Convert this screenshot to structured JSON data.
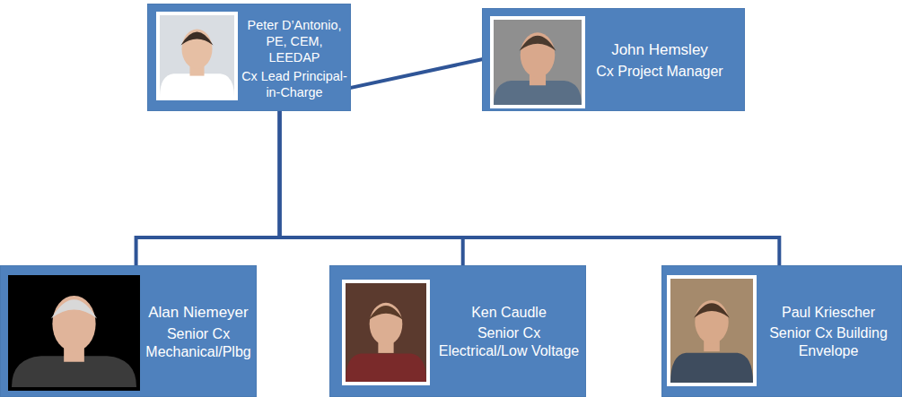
{
  "diagram": {
    "nodes": [
      {
        "text": [
          "Peter D’Antonio, PE, CEM, LEEDAP",
          "Cx Lead Principal-in-Charge"
        ]
      },
      {
        "text": [
          "John Hemsley",
          "Cx Project Manager"
        ]
      },
      {
        "text": [
          "Alan Niemeyer",
          "Senior Cx Mechanical/Plbg"
        ]
      },
      {
        "text": [
          "Ken Caudle",
          "Senior Cx Electrical/Low Voltage"
        ]
      },
      {
        "text": [
          "Paul Kriescher",
          "Senior Cx Building Envelope"
        ]
      }
    ],
    "edges": [
      {
        "from": 0,
        "to": 1,
        "arrow": "none"
      },
      {
        "from": 0,
        "to": 2,
        "arrow": "none"
      },
      {
        "from": 0,
        "to": 3,
        "arrow": "none"
      },
      {
        "from": 0,
        "to": 4,
        "arrow": "none"
      }
    ]
  }
}
